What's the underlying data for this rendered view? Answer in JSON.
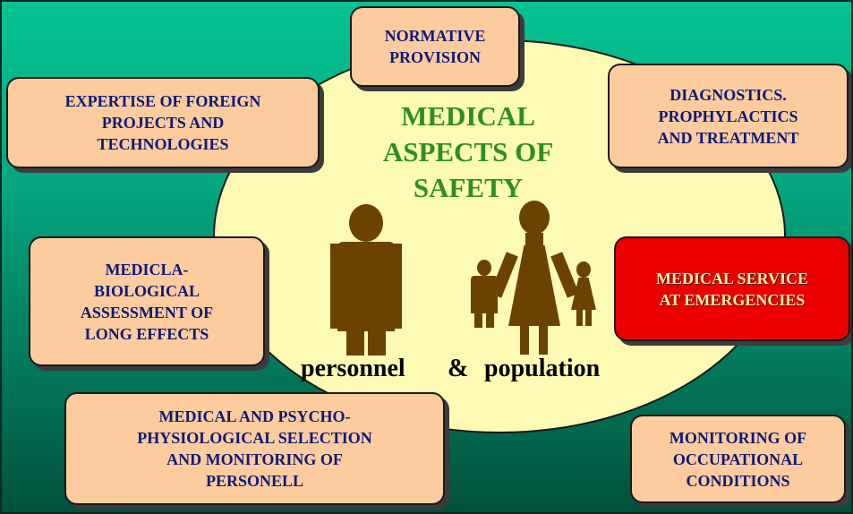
{
  "diagram": {
    "center_title": "MEDICAL\nASPECTS OF\nSAFETY",
    "captions": {
      "personnel": "personnel",
      "ampersand": "&",
      "population": "population"
    },
    "boxes": {
      "normative": "NORMATIVE\nPROVISION",
      "expertise": "EXPERTISE OF FOREIGN\nPROJECTS AND\nTECHNOLOGIES",
      "diagnostics": "DIAGNOSTICS.\nPROPHYLACTICS\nAND TREATMENT",
      "biological": "MEDICLA-\nBIOLOGICAL\nASSESSMENT OF\nLONG EFFECTS",
      "emergencies": "MEDICAL SERVICE\nAT EMERGENCIES",
      "selection": "MEDICAL AND PSYCHO-\nPHYSIOLOGICAL SELECTION\nAND MONITORING OF\nPERSONELL",
      "occupational": "MONITORING OF\nOCCUPATIONAL\nCONDITIONS"
    },
    "colors": {
      "background_top": "#06c392",
      "background_bottom": "#01513c",
      "ellipse": "#fdfbb3",
      "box_fill": "#fccc9e",
      "box_text": "#0c1a78",
      "alert_fill": "#ea0000",
      "alert_text": "#f7f3a8",
      "title_text": "#2e8f1e",
      "figure": "#6b4200"
    }
  }
}
